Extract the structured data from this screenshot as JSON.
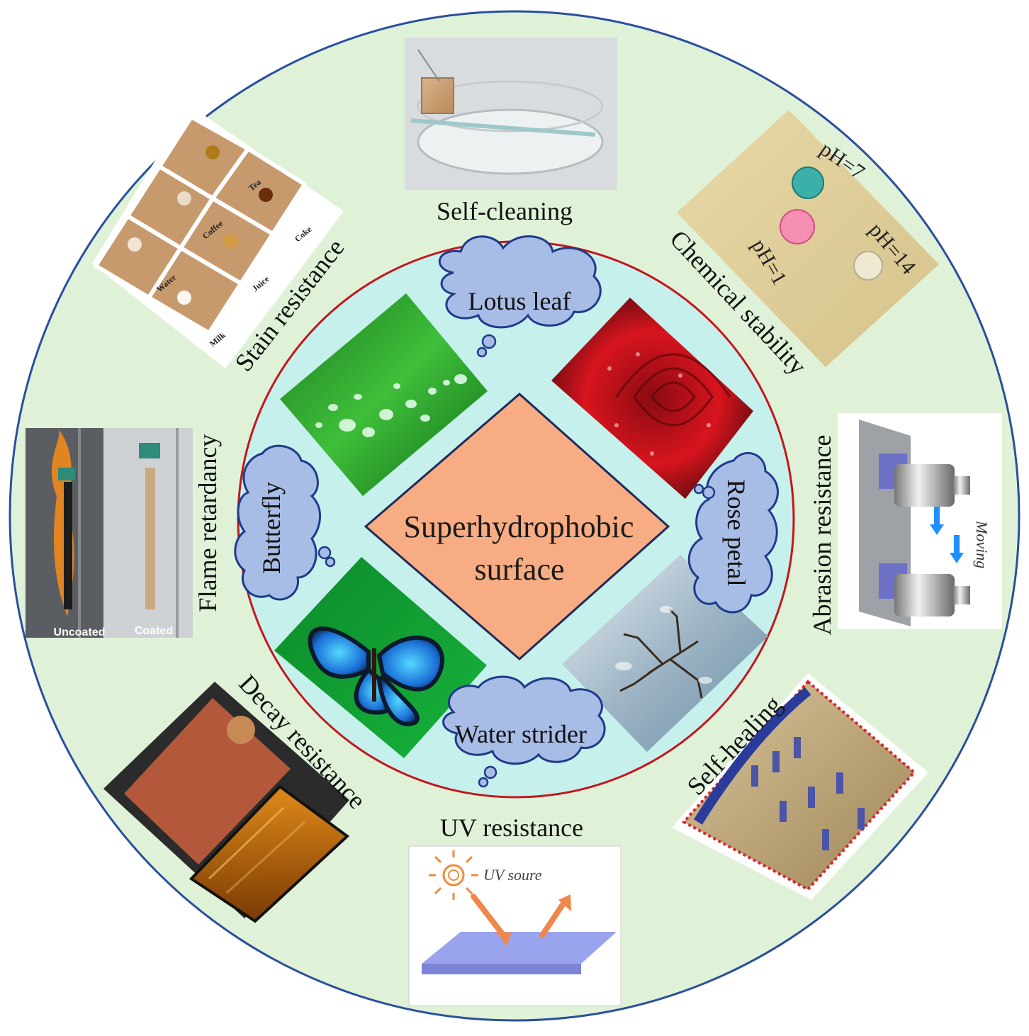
{
  "center": {
    "line1": "Superhydrophobic",
    "line2": "surface"
  },
  "inner_bubbles": {
    "lotus": "Lotus leaf",
    "rose": "Rose petal",
    "strider": "Water strider",
    "butterfly": "Butterfly"
  },
  "outer_labels": {
    "self_cleaning": "Self-cleaning",
    "chemical_stability": "Chemical stability",
    "abrasion_resistance": "Abrasion resistance",
    "self_healing": "Self-healing",
    "uv_resistance": "UV resistance",
    "decay_resistance": "Decay resistance",
    "flame_retardancy": "Flame retardancy",
    "stain_resistance": "Stain resistance"
  },
  "photo_text": {
    "ph7": "pH=7",
    "ph1": "pH=1",
    "ph14": "pH=14",
    "moving": "Moving",
    "uv_source": "UV soure",
    "uncoated": "Uncoated",
    "coated": "Coated",
    "water": "Water",
    "coffee": "Coffee",
    "tea": "Tea",
    "coke": "Coke",
    "juice": "Juice",
    "milk": "Milk"
  },
  "colors": {
    "outer_ring": "#dff2d8",
    "outer_border": "#2a4f9e",
    "inner_disc": "#c5f0ec",
    "inner_border": "#c4161c",
    "diamond": "#f7ac84",
    "bubble": "#a8bde6"
  }
}
